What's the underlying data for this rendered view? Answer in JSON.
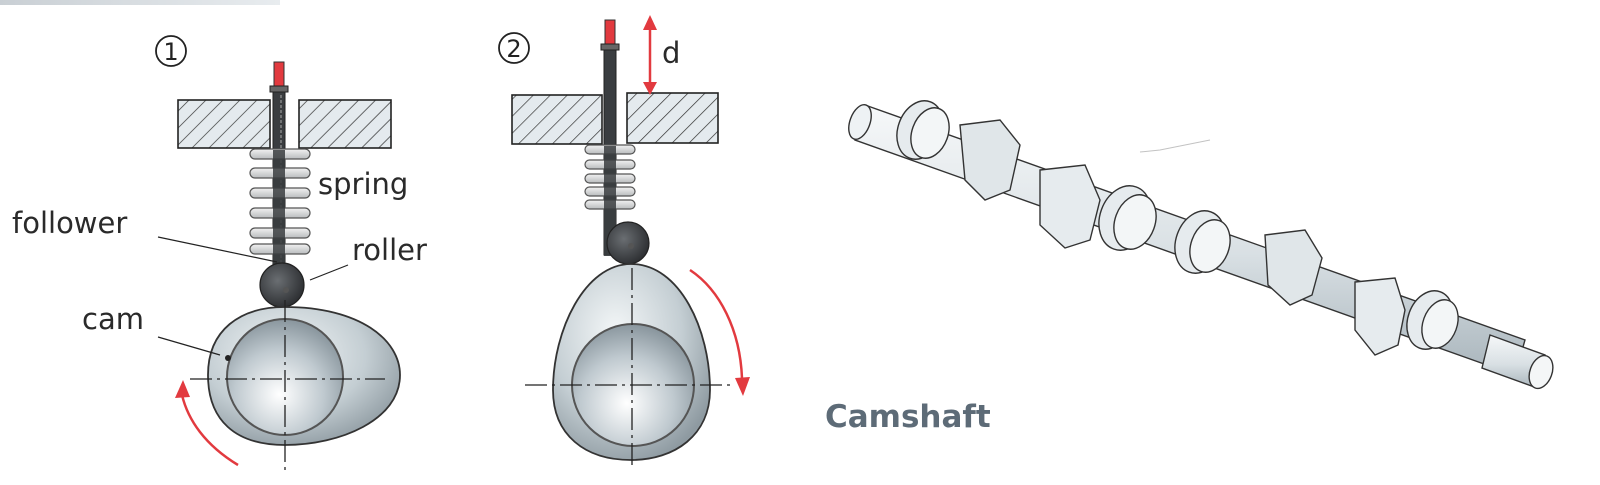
{
  "figure": {
    "panel1": {
      "number": "1",
      "labels": {
        "spring": "spring",
        "follower": "follower",
        "roller": "roller",
        "cam": "cam"
      },
      "rotation": "counter-clockwise"
    },
    "panel2": {
      "number": "2",
      "displacement_label": "d",
      "rotation": "clockwise"
    },
    "camshaft": {
      "caption": "Camshaft"
    },
    "colors": {
      "accent_red": "#e23a3f",
      "cam_fill": "#b8c2c8",
      "follower_dark": "#3a3d40",
      "caption": "#5d6b77"
    }
  }
}
